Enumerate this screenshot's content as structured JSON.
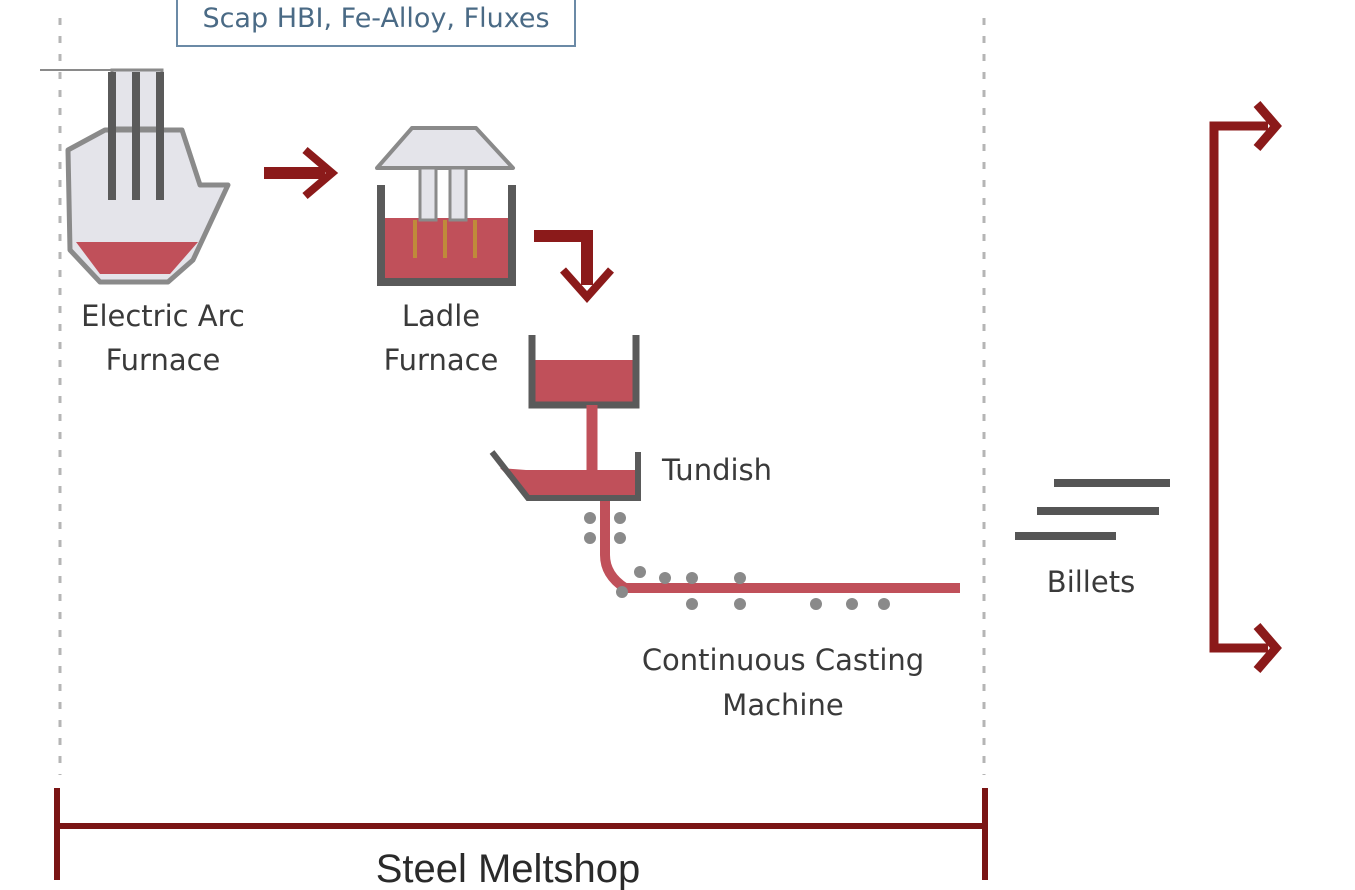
{
  "input_materials": "Scap HBI, Fe-Alloy, Fluxes",
  "units": {
    "eaf_line1": "Electric Arc",
    "eaf_line2": "Furnace",
    "lf_line1": "Ladle",
    "lf_line2": "Furnace",
    "tundish": "Tundish",
    "ccm_line1": "Continuous Casting",
    "ccm_line2": "Machine",
    "billets": "Billets"
  },
  "section": "Steel Meltshop",
  "colors": {
    "molten": "#c0505a",
    "arrow": "#8b1a1a",
    "vessel": "#5a5a5a",
    "vessel_fill": "#e4e4ea",
    "bracket": "#7a1515",
    "dotted": "#b5b5b5",
    "input_border": "#6b8aa6"
  }
}
